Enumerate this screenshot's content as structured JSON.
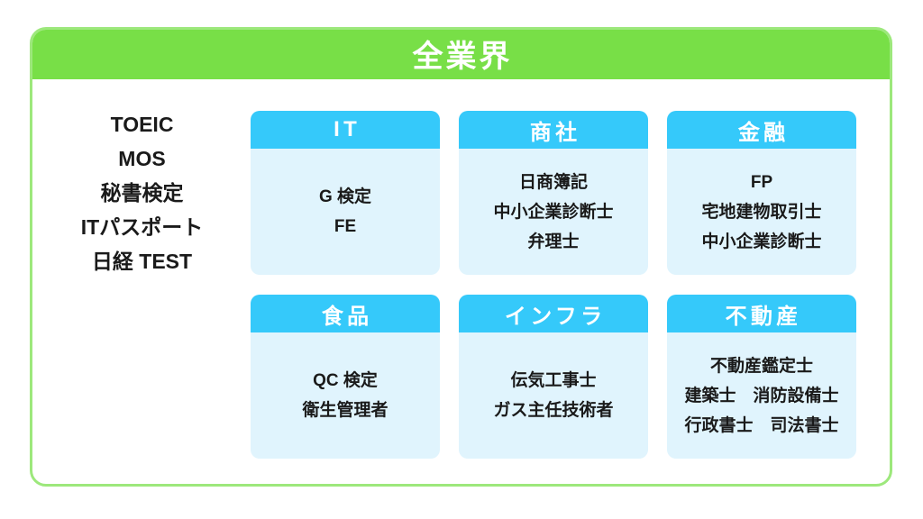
{
  "title": "全業界",
  "colors": {
    "header_green": "#78DF47",
    "panel_border_green": "#9DE87C",
    "card_header_cyan": "#35C9FA",
    "card_body_blue": "#E0F4FD",
    "text": "#1A1A1A"
  },
  "general_qualifications": [
    "TOEIC",
    "MOS",
    "秘書検定",
    "ITパスポート",
    "日経 TEST"
  ],
  "industry_cards": [
    {
      "name": "IT",
      "items": [
        "G 検定",
        "FE"
      ]
    },
    {
      "name": "商社",
      "items": [
        "日商簿記",
        "中小企業診断士",
        "弁理士"
      ]
    },
    {
      "name": "金融",
      "items": [
        "FP",
        "宅地建物取引士",
        "中小企業診断士"
      ]
    },
    {
      "name": "食品",
      "items": [
        "QC 検定",
        "衛生管理者"
      ]
    },
    {
      "name": "インフラ",
      "items": [
        "伝気工事士",
        "ガス主任技術者"
      ]
    },
    {
      "name": "不動産",
      "items": [
        "不動産鑑定士",
        "建築士　消防設備士",
        "行政書士　司法書士"
      ]
    }
  ]
}
